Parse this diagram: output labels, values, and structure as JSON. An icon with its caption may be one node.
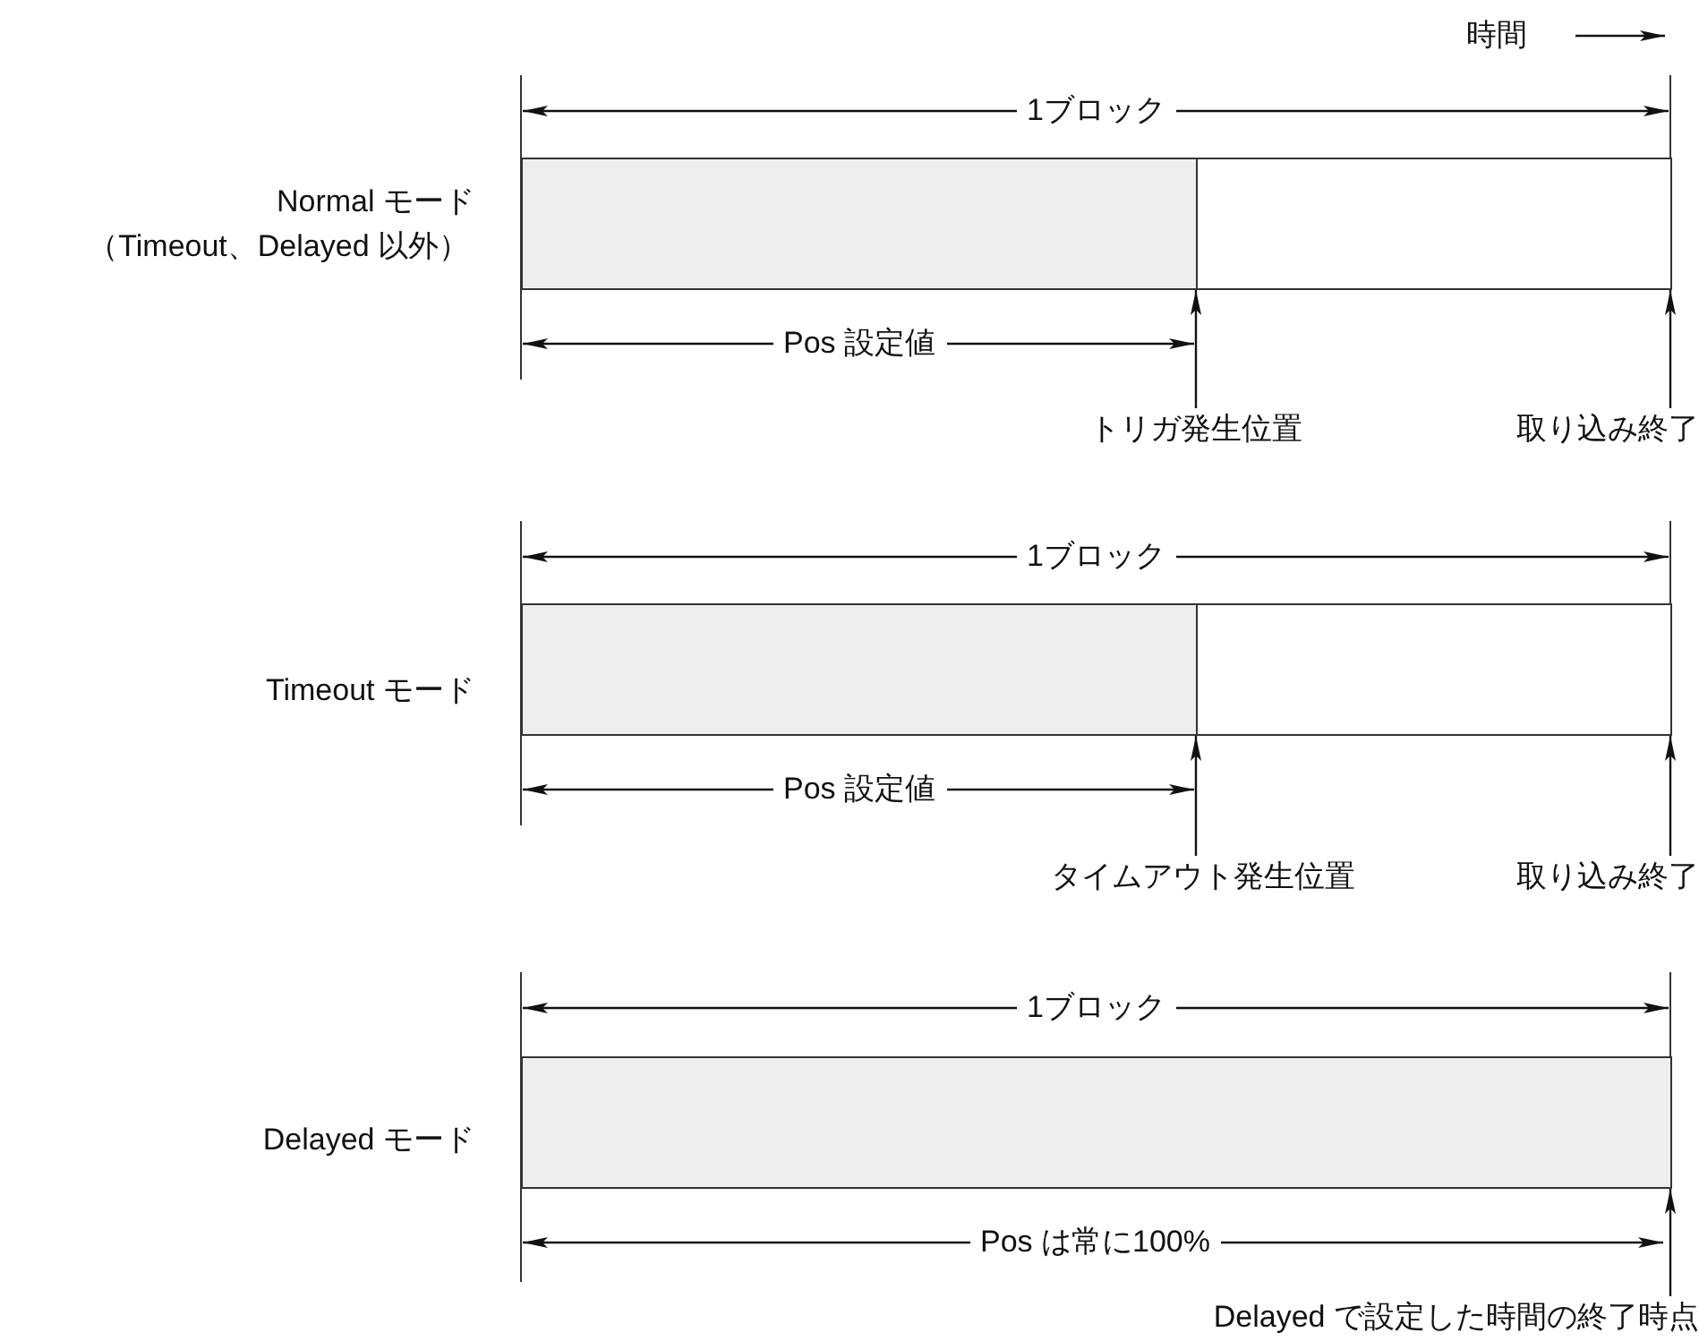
{
  "diagram": {
    "nodes": [
      {
        "text": [],
        "shape": "box"
      },
      {
        "text": [],
        "shape": "box"
      },
      {
        "text": [
          "トリガ発生位置"
        ]
      },
      {
        "text": [
          "取り込み終了"
        ]
      },
      {
        "text": [],
        "shape": "box"
      },
      {
        "text": [],
        "shape": "box"
      },
      {
        "text": [
          "タイムアウト発生位置"
        ]
      },
      {
        "text": [
          "取り込み終了"
        ]
      },
      {
        "text": [],
        "shape": "box"
      },
      {
        "text": [
          "Delayed で設定した時間の終了時点"
        ]
      }
    ],
    "edges": [
      {
        "from": 2,
        "to": 0,
        "arrow": "to"
      },
      {
        "from": 3,
        "to": 1,
        "arrow": "to"
      },
      {
        "from": 6,
        "to": 4,
        "arrow": "to"
      },
      {
        "from": 7,
        "to": 5,
        "arrow": "to"
      },
      {
        "from": 9,
        "to": 8,
        "arrow": "to"
      }
    ],
    "labels": [
      "時間",
      "1ブロック",
      "Normal モード",
      "（Timeout、Delayed 以外）",
      "Pos 設定値",
      "1ブロック",
      "Timeout モード",
      "Pos 設定値",
      "1ブロック",
      "Delayed モード",
      "Pos は常に100%"
    ]
  }
}
